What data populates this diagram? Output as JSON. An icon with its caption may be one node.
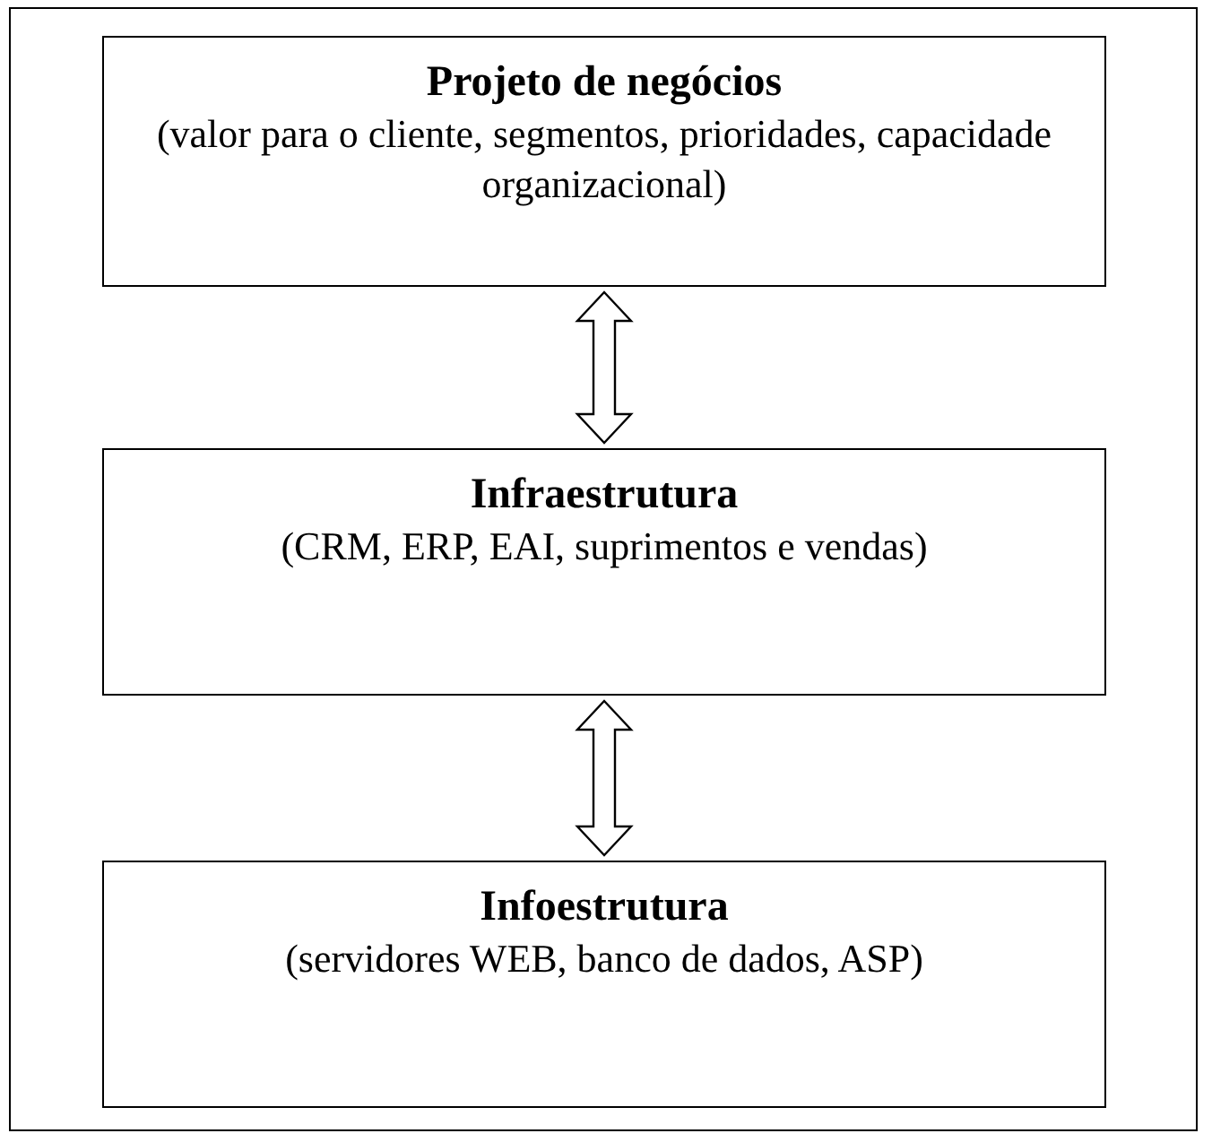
{
  "diagram": {
    "nodes": [
      {
        "text": [
          "Projeto de negócios",
          "(valor para o cliente, segmentos, prioridades, capacidade organizacional)"
        ]
      },
      {
        "text": [
          "Infraestrutura",
          "(CRM, ERP, EAI, suprimentos e vendas)"
        ]
      },
      {
        "text": [
          "Infoestrutura",
          "(servidores WEB, banco de dados, ASP)"
        ]
      }
    ],
    "edges": [
      {
        "from": 0,
        "to": 1,
        "arrow": "both"
      },
      {
        "from": 1,
        "to": 2,
        "arrow": "both"
      }
    ]
  }
}
